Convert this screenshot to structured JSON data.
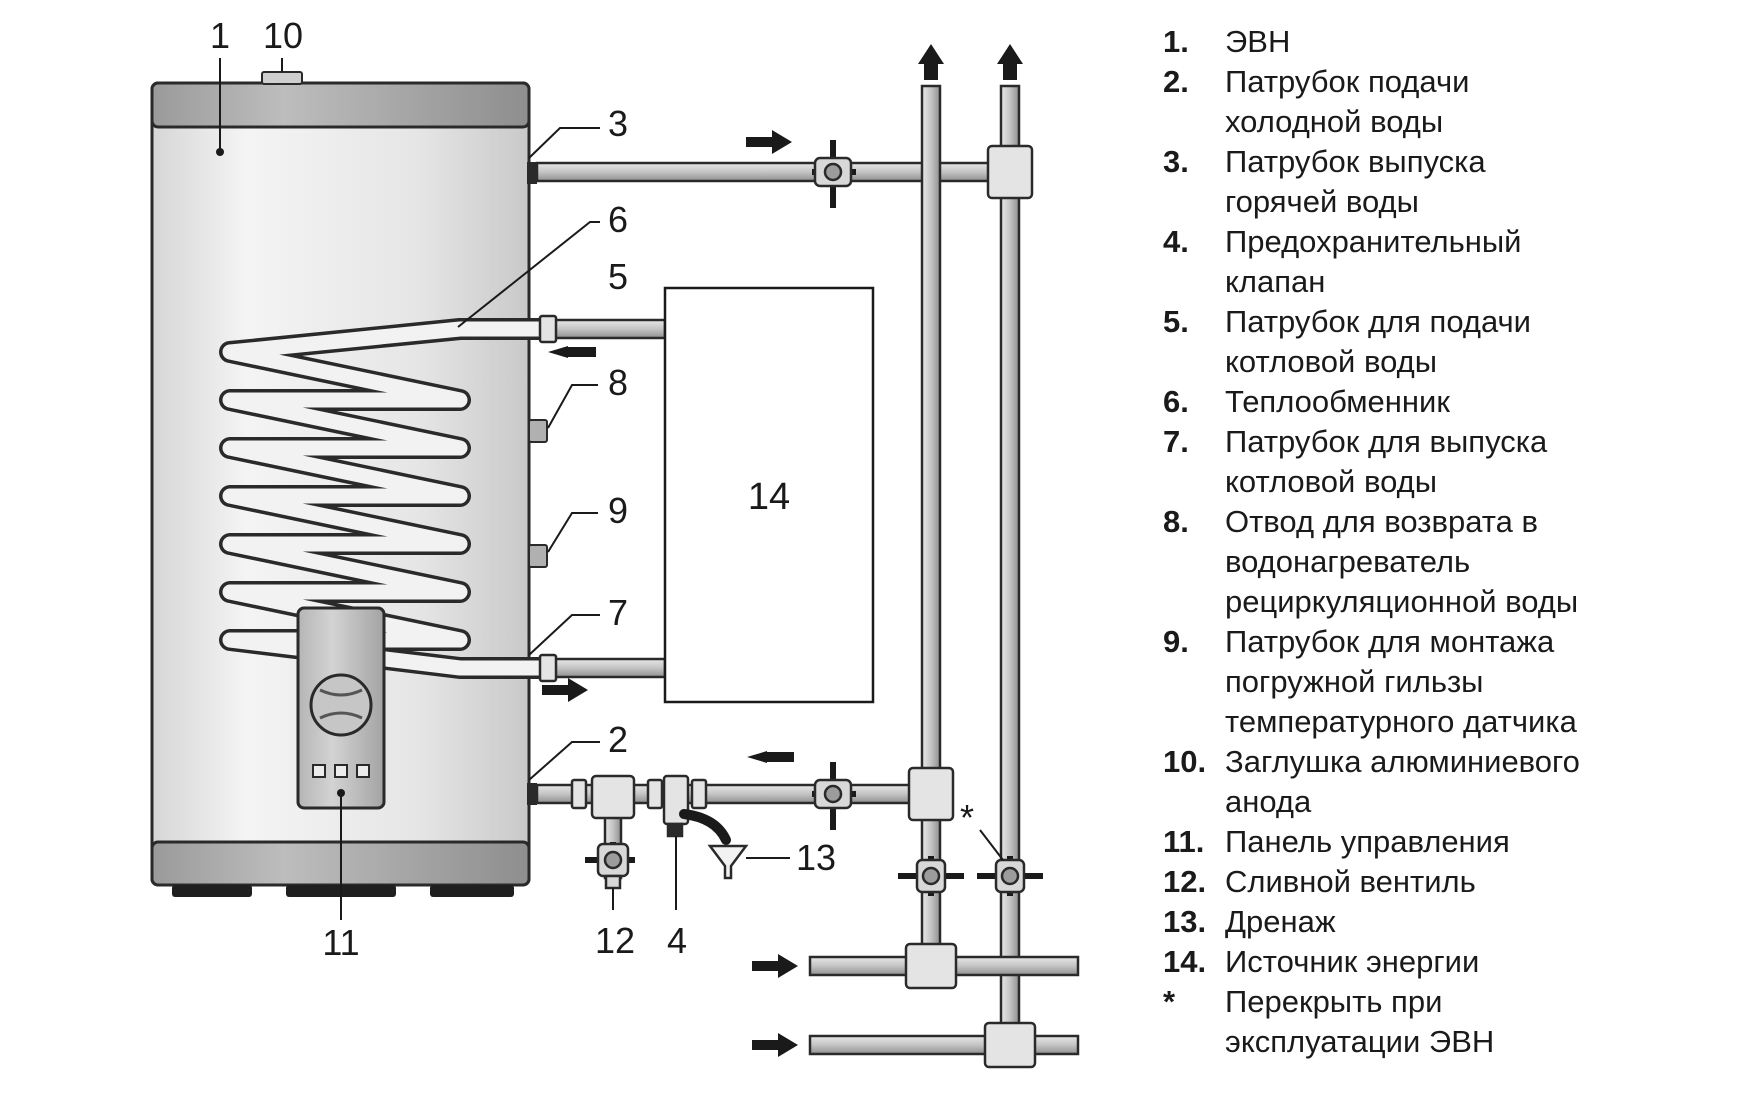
{
  "callouts": {
    "c1": "1",
    "c2": "2",
    "c3": "3",
    "c4": "4",
    "c5": "5",
    "c6": "6",
    "c7": "7",
    "c8": "8",
    "c9": "9",
    "c10": "10",
    "c11": "11",
    "c12": "12",
    "c13": "13",
    "c14": "14",
    "star": "*"
  },
  "legend": [
    {
      "num": "1.",
      "lines": [
        "ЭВН"
      ]
    },
    {
      "num": "2.",
      "lines": [
        "Патрубок подачи",
        "холодной воды"
      ]
    },
    {
      "num": "3.",
      "lines": [
        "Патрубок выпуска",
        "горячей воды"
      ]
    },
    {
      "num": "4.",
      "lines": [
        "Предохранительный",
        "клапан"
      ]
    },
    {
      "num": "5.",
      "lines": [
        "Патрубок для подачи",
        "котловой воды"
      ]
    },
    {
      "num": "6.",
      "lines": [
        "Теплообменник"
      ]
    },
    {
      "num": "7.",
      "lines": [
        "Патрубок для выпуска",
        "котловой воды"
      ]
    },
    {
      "num": "8.",
      "lines": [
        "Отвод для возврата в",
        "водонагреватель",
        "рециркуляционной воды"
      ]
    },
    {
      "num": "9.",
      "lines": [
        "Патрубок для монтажа",
        "погружной гильзы",
        "температурного датчика"
      ]
    },
    {
      "num": "10.",
      "lines": [
        "Заглушка алюминиевого",
        "анода"
      ]
    },
    {
      "num": "11.",
      "lines": [
        "Панель управления"
      ]
    },
    {
      "num": "12.",
      "lines": [
        "Сливной вентиль"
      ]
    },
    {
      "num": "13.",
      "lines": [
        "Дренаж"
      ]
    },
    {
      "num": "14.",
      "lines": [
        "Источник энергии"
      ]
    },
    {
      "num": "*",
      "lines": [
        "Перекрыть при",
        "эксплуатации ЭВН"
      ]
    }
  ],
  "colors": {
    "tank_body": "#e9e9e9",
    "tank_band": "#a9a9a9",
    "pipe": "#c8c8c8",
    "outline": "#2a2a2a"
  }
}
